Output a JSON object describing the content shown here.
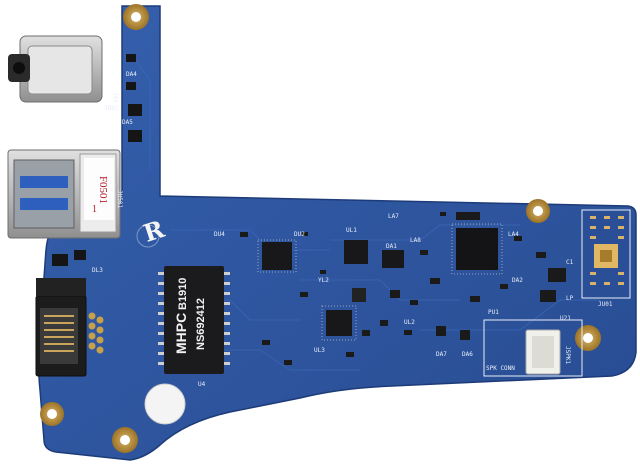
{
  "board": {
    "colors": {
      "pcb": "#2f55a3",
      "pcb_dark": "#244784",
      "silkscreen": "#e8eef8",
      "gold": "#c9a04a",
      "chip": "#1b1b1d",
      "metal": "#c9c9c9"
    },
    "main_chip": {
      "line1": "MHPC",
      "line2": "B1910",
      "line3": "NS692412",
      "designator": "U4"
    },
    "labels": {
      "ju581": "JU581",
      "ja5": "JA5",
      "jdb1": "JDB1",
      "da4": "DA4",
      "da5": "DA5",
      "dl3": "DL3",
      "du4": "DU4",
      "du2": "DU2",
      "yl2": "YL2",
      "ul1": "UL1",
      "ul2": "UL2",
      "ul3": "UL3",
      "la7": "LA7",
      "la8": "LA8",
      "la4": "LA4",
      "da1": "DA1",
      "da2": "DA2",
      "da6": "DA6",
      "da7": "DA7",
      "c1": "C1",
      "u21": "U21",
      "pu1": "PU1",
      "ju01": "JU01",
      "jspk1": "JSPK1",
      "spk_conn": "SPK CONN",
      "lp": "LP",
      "marker_r": "R",
      "sticker_text": "F0501",
      "sticker_num": "1"
    }
  }
}
